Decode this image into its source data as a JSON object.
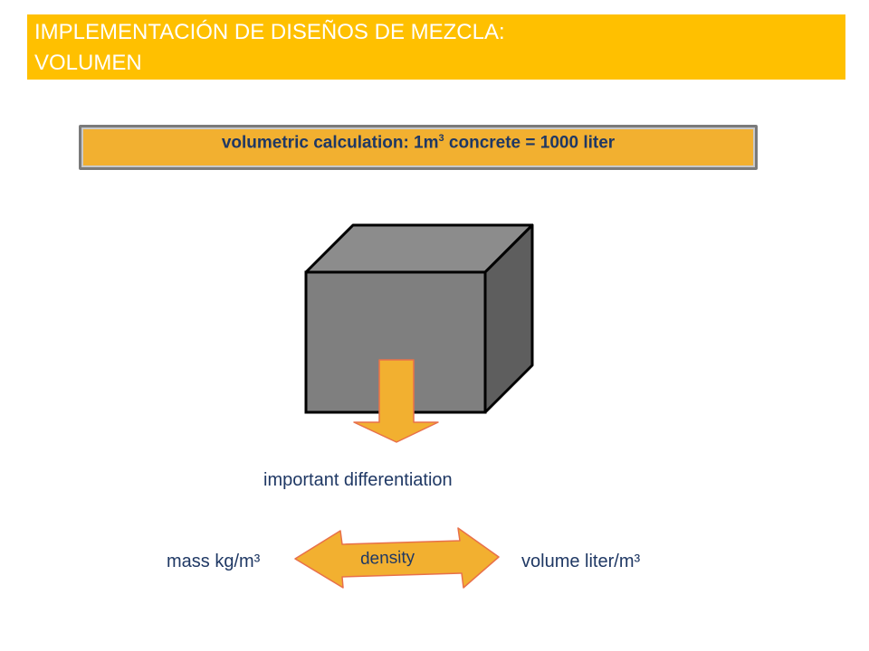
{
  "title": {
    "line1": "IMPLEMENTACIÓN DE DISEÑOS DE MEZCLA:",
    "line2": "VOLUMEN"
  },
  "banner": {
    "text_before": "volumetric calculation: 1m",
    "superscript": "3",
    "text_after": " concrete = 1000 liter"
  },
  "labels": {
    "differentiation": "important differentiation",
    "mass": "mass kg/m³",
    "volume": "volume liter/m³",
    "density": "density"
  },
  "colors": {
    "title_bg": "#FFC000",
    "banner_bg": "#F2B030",
    "arrow_fill": "#F2B030",
    "arrow_stroke": "#E8704A",
    "cube_front": "#7F7F7F",
    "cube_top": "#8C8C8C",
    "cube_side": "#5E5E5E",
    "text": "#1F3864"
  },
  "icons": {
    "cube": "concrete-cube-icon",
    "down_arrow": "down-arrow-icon",
    "double_arrow": "double-arrow-icon"
  }
}
